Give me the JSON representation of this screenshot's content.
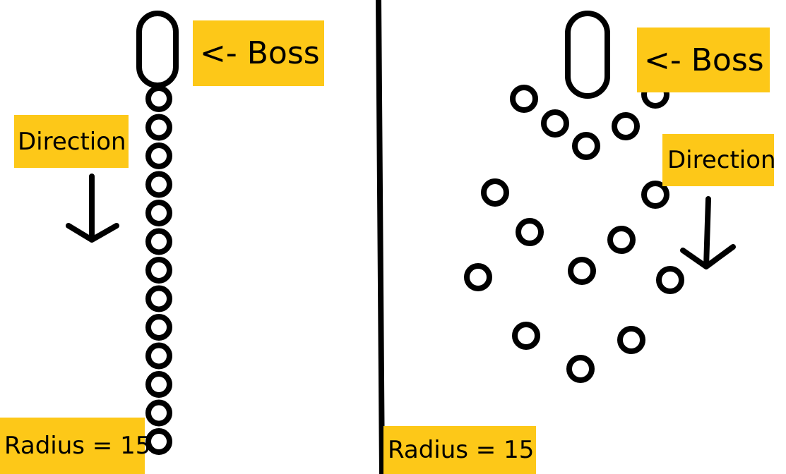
{
  "left_panel": {
    "boss_label": "<- Boss",
    "direction_label": "Direction",
    "radius_label": "Radius = 15"
  },
  "right_panel": {
    "boss_label": "<- Boss",
    "direction_label": "Direction",
    "radius_label": "Radius = 15"
  },
  "colors": {
    "label_background": "#fdc818",
    "stroke": "#000000",
    "background": "#ffffff"
  }
}
